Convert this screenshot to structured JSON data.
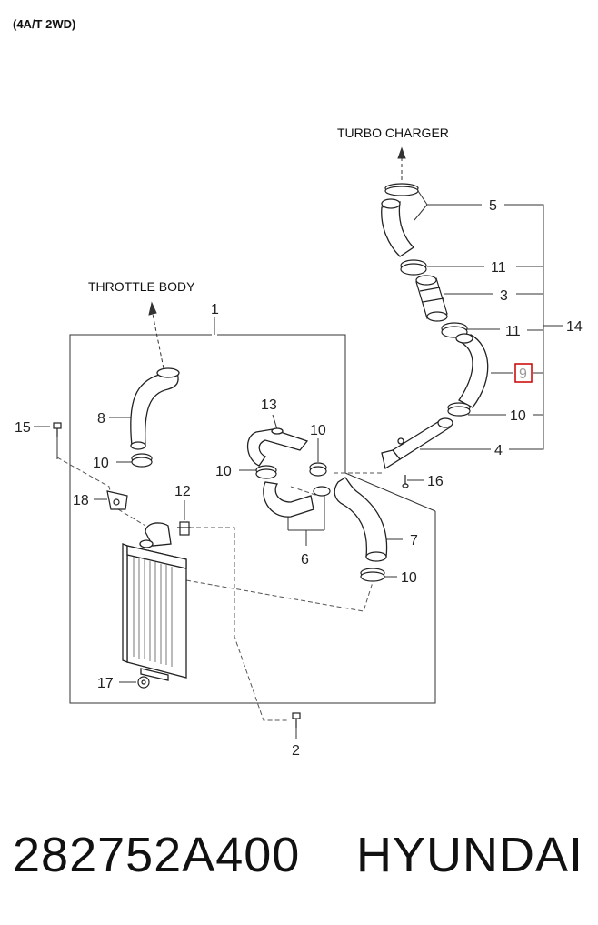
{
  "header": {
    "variant": "(4A/T 2WD)"
  },
  "captions": {
    "turbo": "TURBO CHARGER",
    "throttle": "THROTTLE BODY"
  },
  "callouts": {
    "c1": "1",
    "c2": "2",
    "c3": "3",
    "c4": "4",
    "c5": "5",
    "c6": "6",
    "c7": "7",
    "c8": "8",
    "c9": "9",
    "c10": "10",
    "c11": "11",
    "c12": "12",
    "c13": "13",
    "c14": "14",
    "c15": "15",
    "c16": "16",
    "c17": "17",
    "c18": "18"
  },
  "highlighted_callout": "9",
  "colors": {
    "highlight_box": "#cc0000",
    "lines": "#333333"
  },
  "footer": {
    "part_number": "282752A400",
    "brand": "HYUNDAI"
  }
}
